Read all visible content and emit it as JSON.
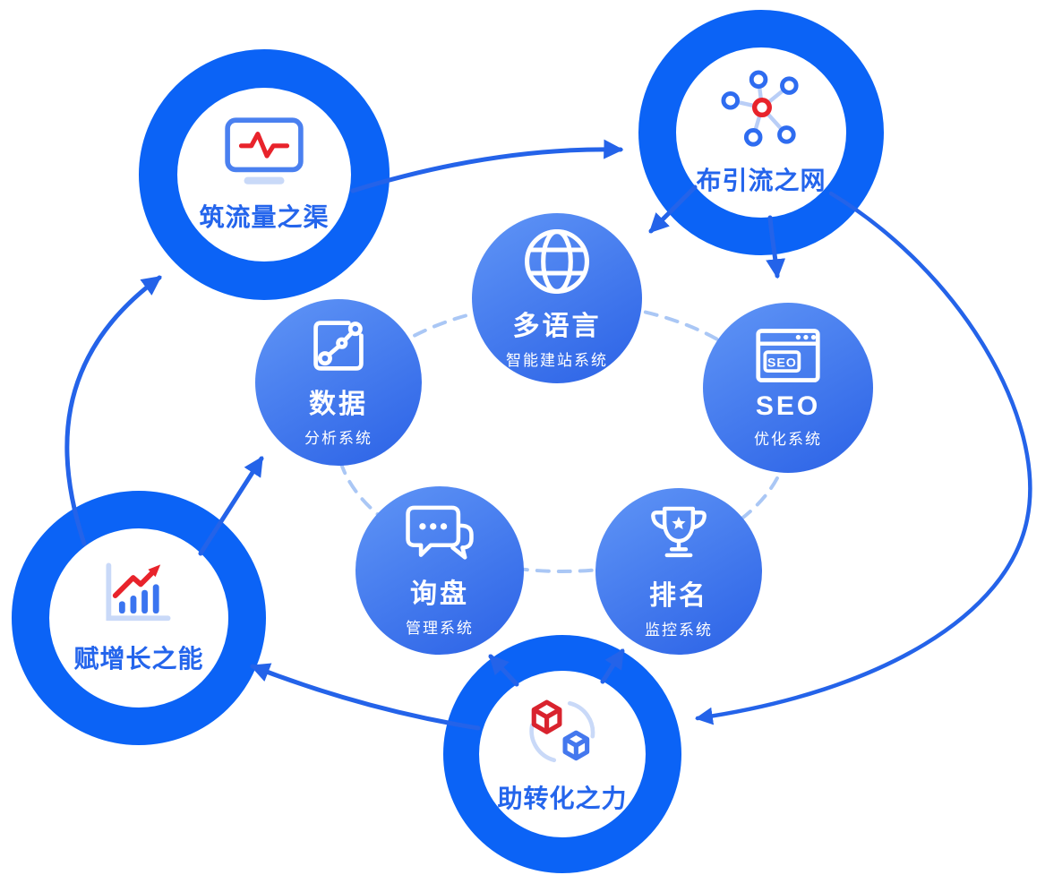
{
  "colors": {
    "ring": "#0b63f6",
    "arrow": "#2463e9",
    "dashed": "#aac7f5",
    "label_blue": "#2465ec",
    "grad_start": "#6095f6",
    "grad_end": "#2b62e6",
    "red": "#e8232b",
    "icon_blue": "#4a80f0",
    "icon_blue2": "#3a74f0",
    "icon_light": "#c9d9f8",
    "bg": "#ffffff"
  },
  "outer_nodes": {
    "traffic_channel": {
      "label": "筑流量之渠",
      "icon": "monitor-pulse-icon"
    },
    "traffic_network": {
      "label": "布引流之网",
      "icon": "network-hub-icon"
    },
    "growth": {
      "label": "赋增长之能",
      "icon": "growth-bar-chart-icon"
    },
    "conversion": {
      "label": "助转化之力",
      "icon": "cubes-sync-icon"
    }
  },
  "inner_nodes": {
    "multilingual": {
      "title": "多语言",
      "subtitle": "智能建站系统",
      "icon": "globe-icon"
    },
    "data": {
      "title": "数据",
      "subtitle": "分析系统",
      "icon": "data-analytics-icon"
    },
    "seo": {
      "title": "SEO",
      "subtitle": "优化系统",
      "icon": "seo-browser-icon",
      "icon_text": "SEO"
    },
    "inquiry": {
      "title": "询盘",
      "subtitle": "管理系统",
      "icon": "chat-bubbles-icon"
    },
    "ranking": {
      "title": "排名",
      "subtitle": "监控系统",
      "icon": "trophy-icon"
    }
  }
}
